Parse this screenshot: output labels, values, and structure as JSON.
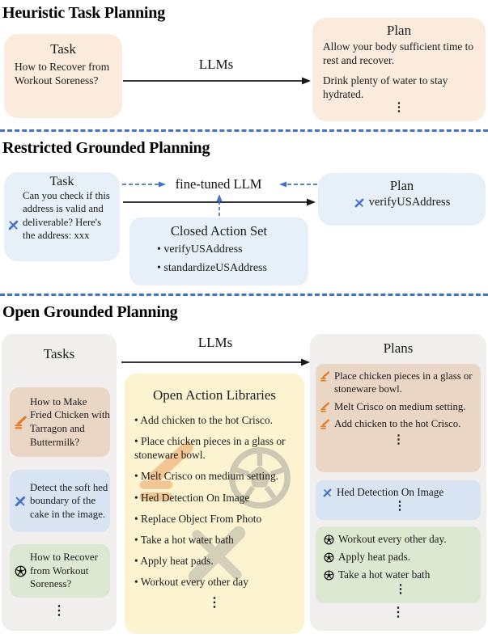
{
  "figure": {
    "ellipsis": "⋮",
    "sections": {
      "heuristic": {
        "heading": "Heuristic Task Planning",
        "task_title": "Task",
        "task_text": "How to Recover from Workout Soreness?",
        "llm_label": "LLMs",
        "plan_title": "Plan",
        "plan_items": [
          "Allow your body sufficient time to rest and recover.",
          "Drink plenty of water to stay hydrated."
        ]
      },
      "restricted": {
        "heading": "Restricted Grounded Planning",
        "task_title": "Task",
        "task_text": "Can you check if this address is valid and deliverable? Here's the address: xxx",
        "llm_label": "fine-tuned LLM",
        "action_set_title": "Closed Action Set",
        "action_set_items": [
          "verifyUSAddress",
          "standardizeUSAddress"
        ],
        "plan_title": "Plan",
        "plan_item": "verifyUSAddress"
      },
      "open": {
        "heading": "Open Grounded Planning",
        "tasks_title": "Tasks",
        "task_cards": [
          {
            "icon": "cooking-icon",
            "text": "How to Make Fried Chicken with Tarragon and Buttermilk?"
          },
          {
            "icon": "tools-icon",
            "text": "Detect the soft hed boundary of the cake in the image."
          },
          {
            "icon": "soccer-icon",
            "text": "How to Recover from Workout Soreness?"
          }
        ],
        "llm_label": "LLMs",
        "library_title": "Open Action Libraries",
        "library_items": [
          "Add chicken to the hot Crisco.",
          "Place chicken pieces in a glass or stoneware bowl.",
          "Melt Crisco on medium setting.",
          "Hed Detection On Image",
          "Replace Object From Photo",
          "Take a hot water bath",
          "Apply heat pads.",
          "Workout every other day"
        ],
        "plans_title": "Plans",
        "plan_cards": [
          {
            "icon": "cooking-icon",
            "items": [
              "Place chicken pieces in a glass or stoneware bowl.",
              "Melt Crisco on medium setting.",
              "Add chicken to the hot Crisco."
            ]
          },
          {
            "icon": "tools-icon",
            "items": [
              "Hed Detection On Image"
            ]
          },
          {
            "icon": "soccer-icon",
            "items": [
              "Workout every other day.",
              "Apply heat pads.",
              "Take a hot water bath"
            ]
          }
        ]
      }
    },
    "colors": {
      "peach_box": "#FBEBDD",
      "light_blue_box": "#E7EFF8",
      "blue_card": "#D8E4F1",
      "tan_card": "#EAD6C5",
      "green_card": "#DDE8D2",
      "yellow_box": "#FCF3D1",
      "gray_column": "#F0EFEE",
      "accent_blue": "#4472C9",
      "accent_orange": "#E2802F"
    }
  }
}
